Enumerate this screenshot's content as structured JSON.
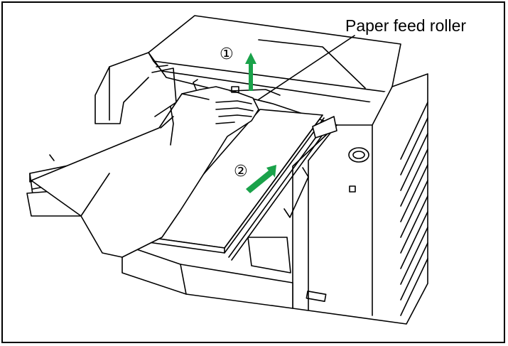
{
  "callout": {
    "label": "Paper feed roller"
  },
  "steps": [
    {
      "marker": "①"
    },
    {
      "marker": "②"
    }
  ],
  "colors": {
    "arrow": "#1aa24a",
    "line": "#000000",
    "background": "#ffffff"
  }
}
